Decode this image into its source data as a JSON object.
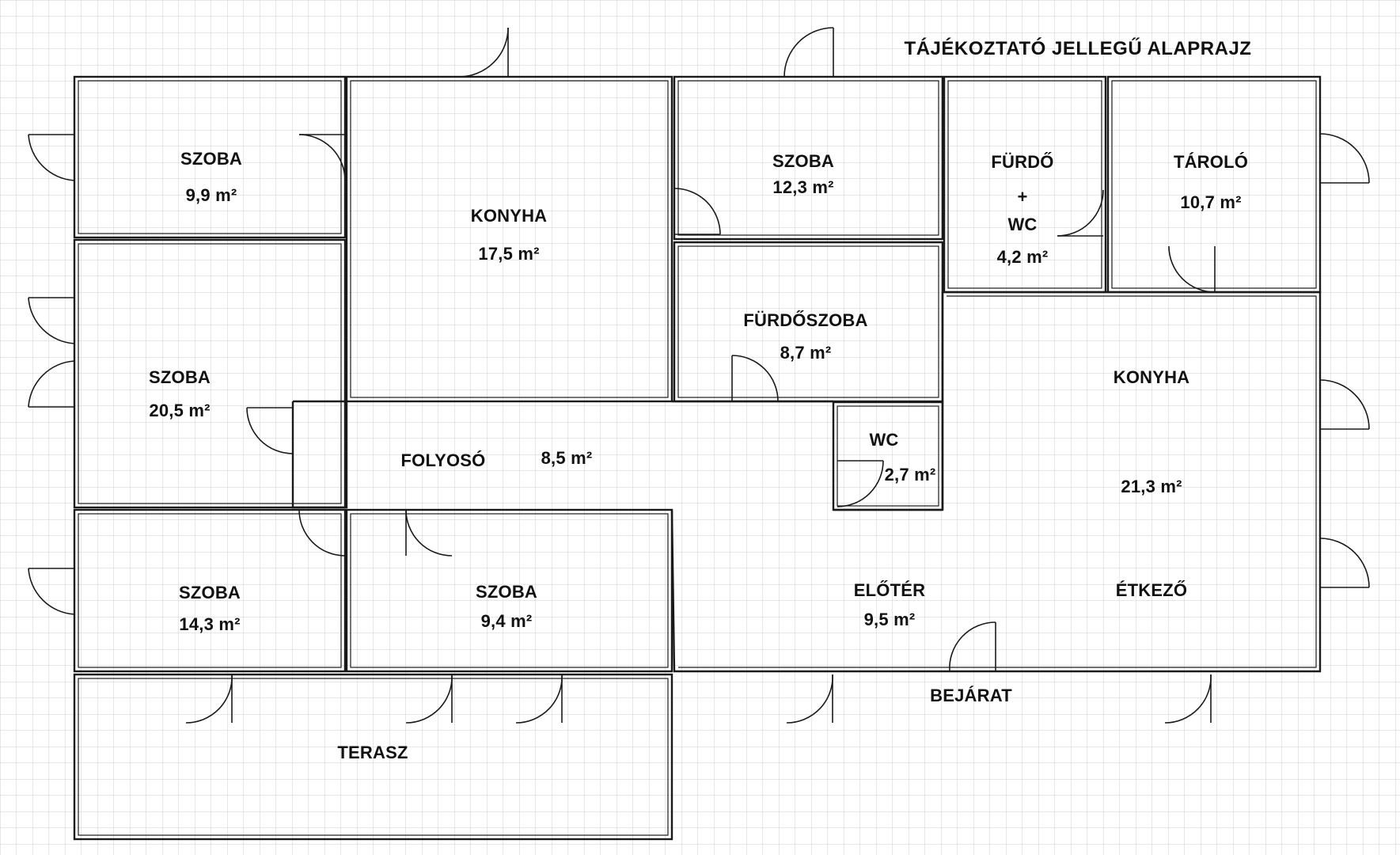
{
  "title": "TÁJÉKOZTATÓ JELLEGŰ ALAPRAJZ",
  "rooms": [
    {
      "name": "SZOBA",
      "area": "9,9 m²"
    },
    {
      "name": "KONYHA",
      "area": "17,5 m²"
    },
    {
      "name": "SZOBA",
      "area": "12,3 m²"
    },
    {
      "name": "FÜRDŐ",
      "plus": "+",
      "wc": "WC",
      "area": "4,2 m²"
    },
    {
      "name": "TÁROLÓ",
      "area": "10,7 m²"
    },
    {
      "name": "FÜRDŐSZOBA",
      "area": "8,7 m²"
    },
    {
      "name": "SZOBA",
      "area": "20,5 m²"
    },
    {
      "name": "FOLYOSÓ",
      "area": "8,5 m²"
    },
    {
      "name": "WC",
      "area": "2,7 m²"
    },
    {
      "name": "KONYHA",
      "area": "21,3 m²"
    },
    {
      "name": "SZOBA",
      "area": "14,3 m²"
    },
    {
      "name": "SZOBA",
      "area": "9,4 m²"
    },
    {
      "name": "ELŐTÉR",
      "area": "9,5 m²"
    },
    {
      "name": "ÉTKEZŐ"
    },
    {
      "name": "TERASZ"
    }
  ],
  "entrance_label": "BEJÁRAT",
  "colors": {
    "grid": "#cfcfcf",
    "wall": "#1a1a1a",
    "background": "#ffffff"
  }
}
